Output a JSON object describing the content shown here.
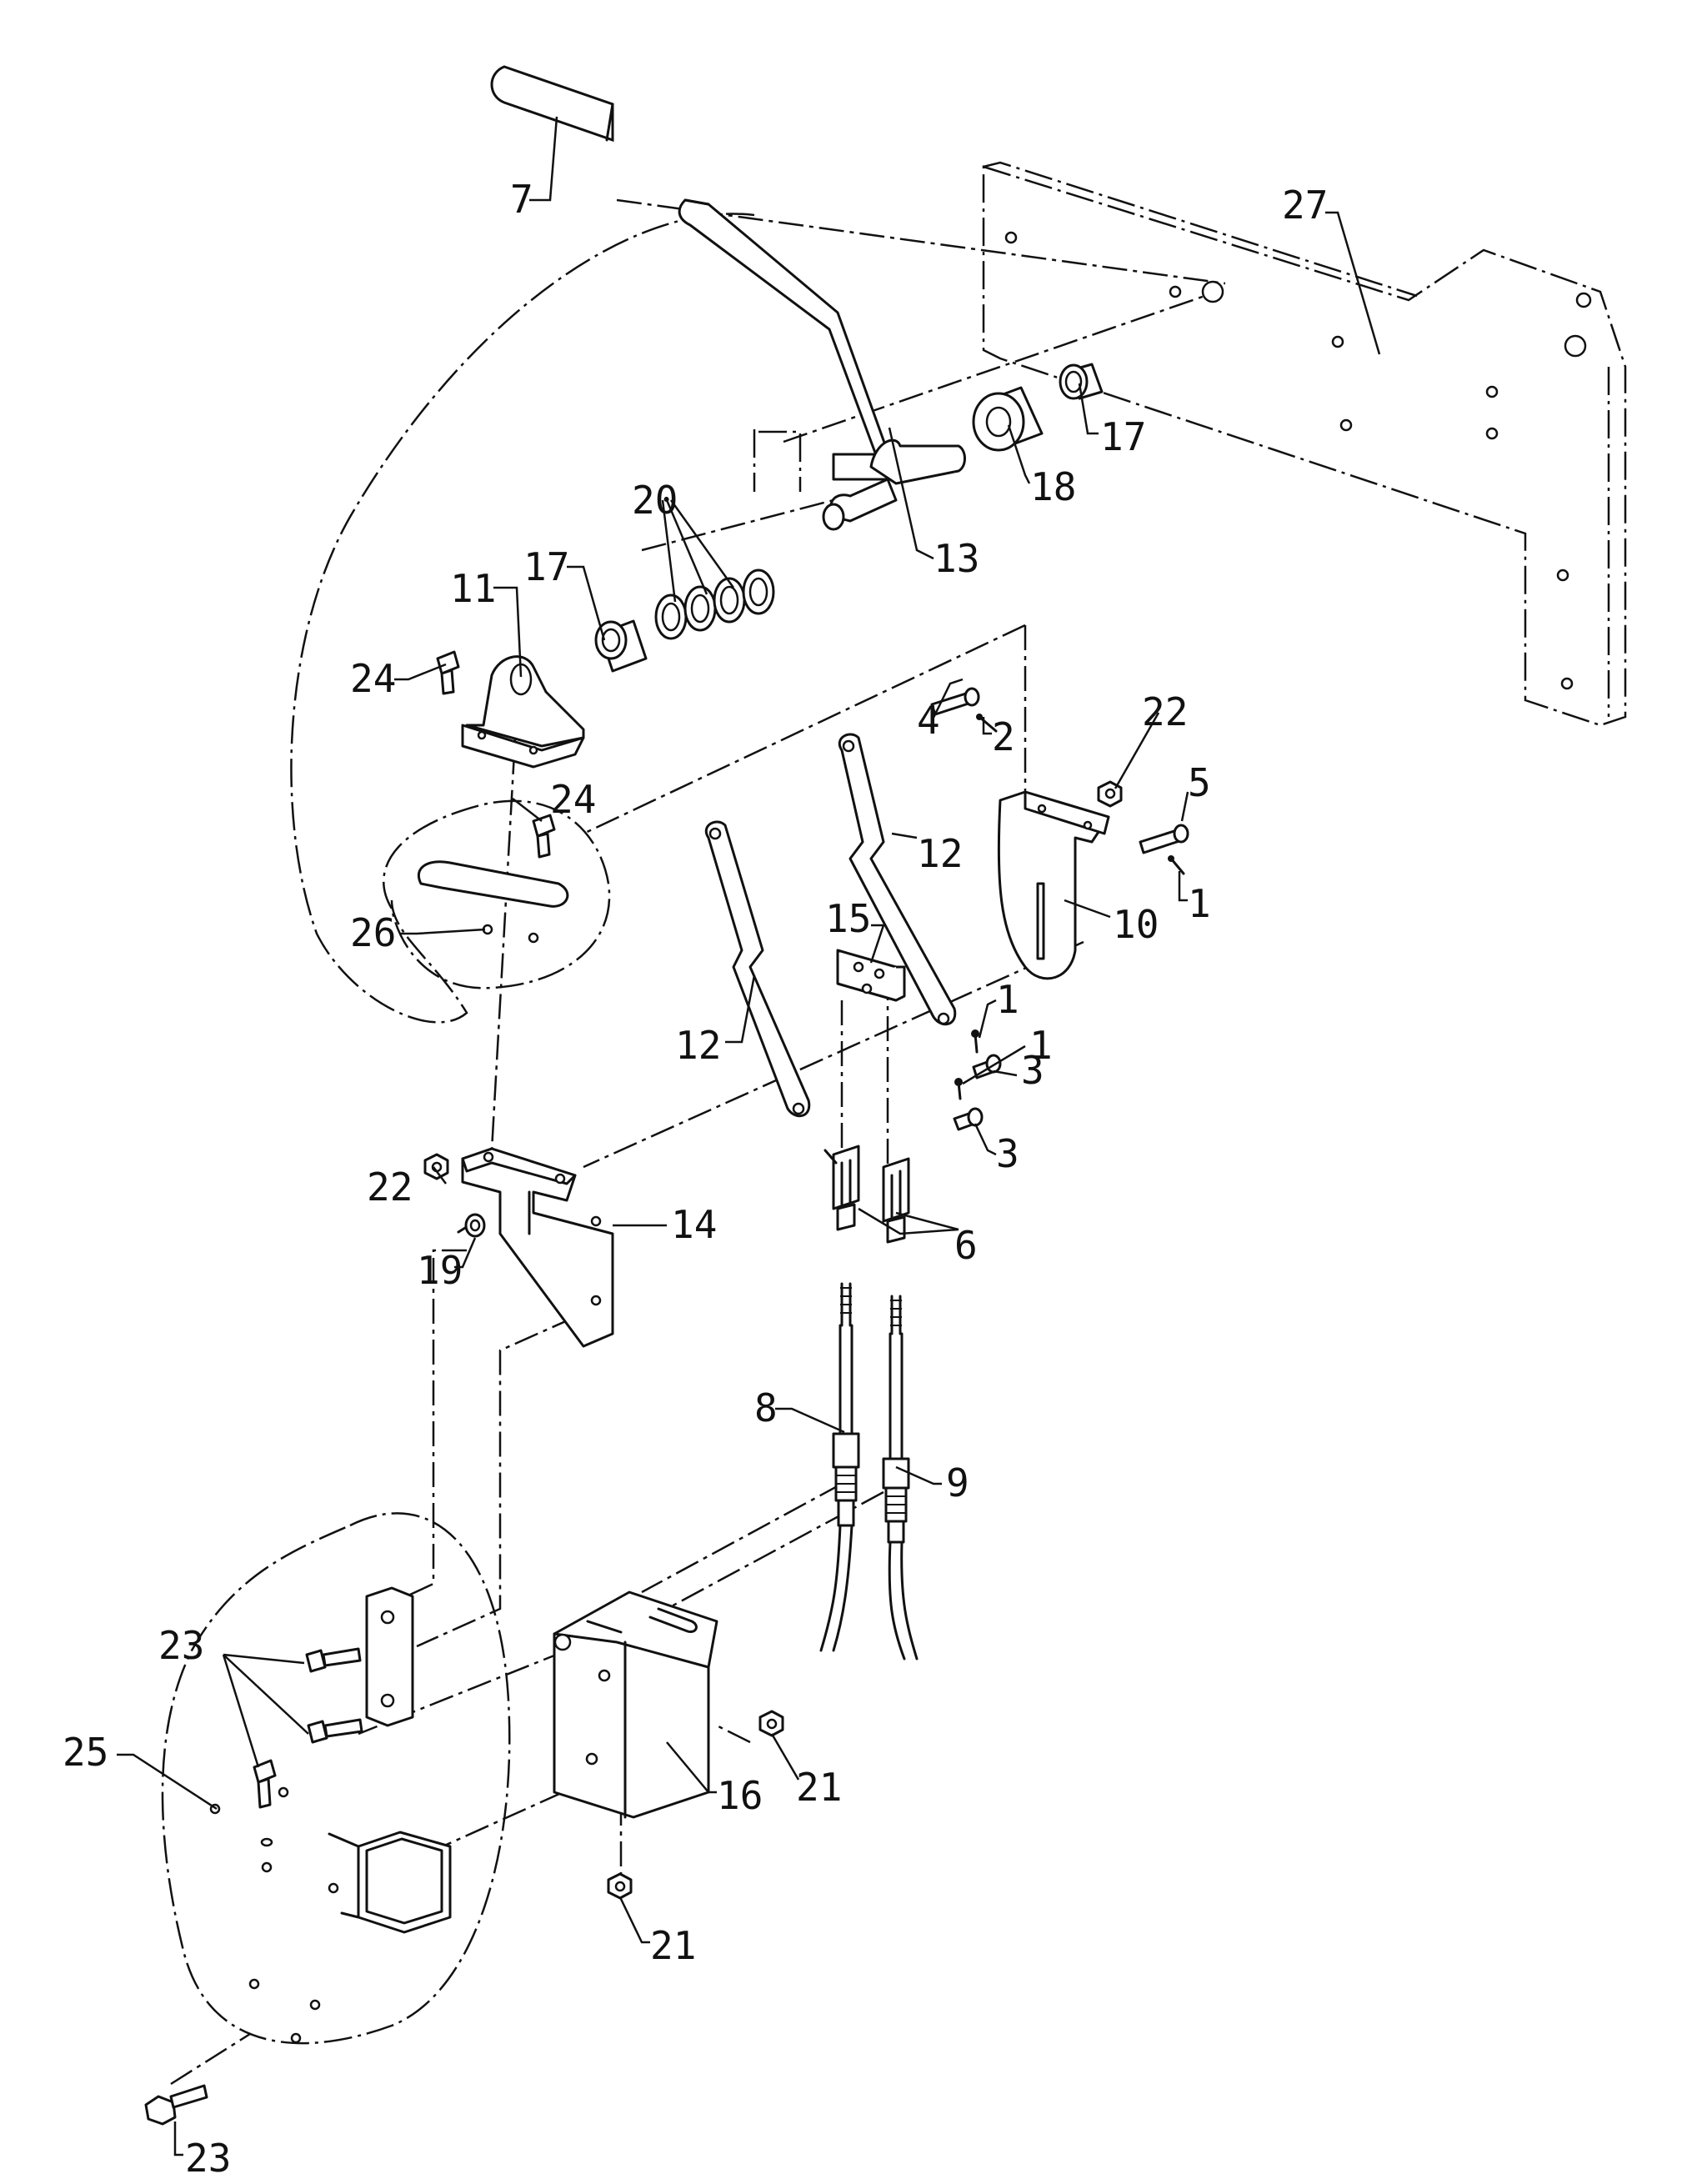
{
  "callouts": [
    {
      "id": "c7",
      "label": "7"
    },
    {
      "id": "c27",
      "label": "27"
    },
    {
      "id": "c17a",
      "label": "17"
    },
    {
      "id": "c18",
      "label": "18"
    },
    {
      "id": "c20",
      "label": "20"
    },
    {
      "id": "c13",
      "label": "13"
    },
    {
      "id": "c11",
      "label": "11"
    },
    {
      "id": "c17b",
      "label": "17"
    },
    {
      "id": "c24a",
      "label": "24"
    },
    {
      "id": "c22a",
      "label": "22"
    },
    {
      "id": "c4",
      "label": "4"
    },
    {
      "id": "c2",
      "label": "2"
    },
    {
      "id": "c5",
      "label": "5"
    },
    {
      "id": "c24b",
      "label": "24"
    },
    {
      "id": "c12a",
      "label": "12"
    },
    {
      "id": "c1a",
      "label": "1"
    },
    {
      "id": "c15",
      "label": "15"
    },
    {
      "id": "c10",
      "label": "10"
    },
    {
      "id": "c26",
      "label": "26"
    },
    {
      "id": "c12b",
      "label": "12"
    },
    {
      "id": "c1b",
      "label": "1"
    },
    {
      "id": "c3a",
      "label": "3"
    },
    {
      "id": "c1c",
      "label": "1"
    },
    {
      "id": "c3b",
      "label": "3"
    },
    {
      "id": "c22b",
      "label": "22"
    },
    {
      "id": "c6",
      "label": "6"
    },
    {
      "id": "c14",
      "label": "14"
    },
    {
      "id": "c19",
      "label": "19"
    },
    {
      "id": "c8",
      "label": "8"
    },
    {
      "id": "c9",
      "label": "9"
    },
    {
      "id": "c23a",
      "label": "23"
    },
    {
      "id": "c21a",
      "label": "21"
    },
    {
      "id": "c25",
      "label": "25"
    },
    {
      "id": "c16",
      "label": "16"
    },
    {
      "id": "c21b",
      "label": "21"
    },
    {
      "id": "c23b",
      "label": "23"
    }
  ]
}
